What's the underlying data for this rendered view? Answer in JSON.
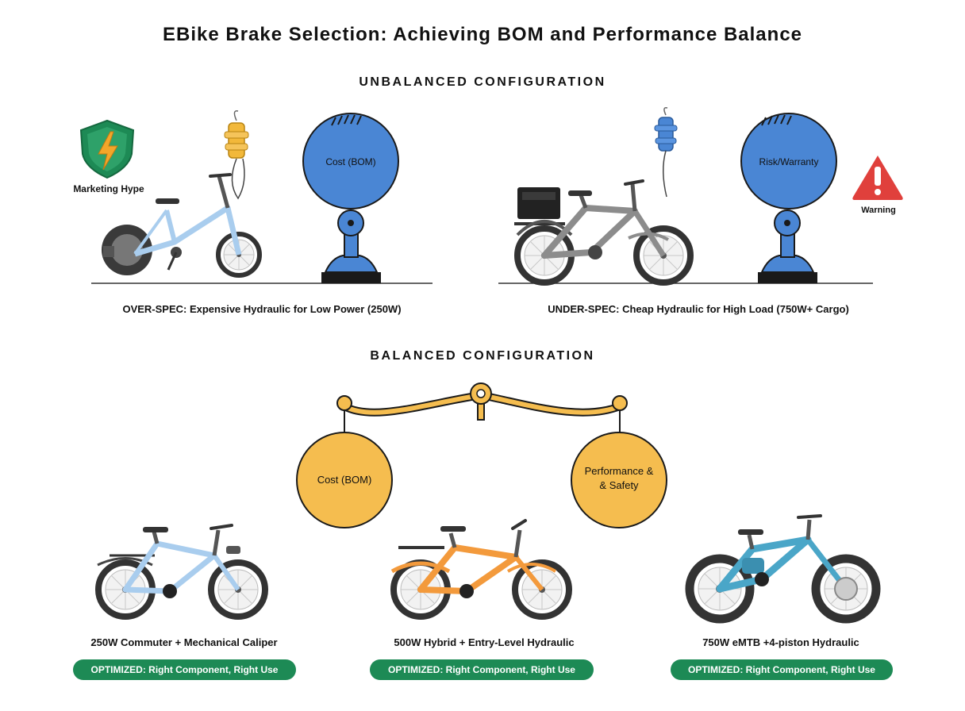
{
  "title": "EBike Brake Selection: Achieving BOM and Performance Balance",
  "colors": {
    "blue": "#4a86d4",
    "yellow": "#f5bd4f",
    "green": "#1d8a55",
    "bike_light_blue": "#a9cdee",
    "bike_gray": "#8c8c8c",
    "bike_orange": "#f39a3c",
    "bike_teal": "#4aa6c8",
    "warning_red": "#e0403c"
  },
  "unbalanced": {
    "heading": "UNBALANCED CONFIGURATION",
    "left": {
      "badge_label": "Marketing Hype",
      "badge_icon": "lightning-shield-icon",
      "gauge_label": "Cost (BOM)",
      "caption": "OVER-SPEC: Expensive Hydraulic for Low Power (250W)"
    },
    "right": {
      "badge_label": "Warning",
      "badge_icon": "warning-triangle-icon",
      "gauge_label": "Risk/Warranty",
      "caption": "UNDER-SPEC: Cheap Hydraulic for High Load (750W+ Cargo)"
    }
  },
  "balanced": {
    "heading": "BALANCED CONFIGURATION",
    "left_weight": "Cost (BOM)",
    "right_weight_line1": "Performance &",
    "right_weight_line2": "& Safety",
    "bikes": [
      {
        "caption": "250W Commuter + Mechanical Caliper",
        "badge": "OPTIMIZED: Right Component, Right Use"
      },
      {
        "caption": "500W Hybrid + Entry-Level Hydraulic",
        "badge": "OPTIMIZED: Right Component, Right Use"
      },
      {
        "caption": "750W eMTB +4-piston Hydraulic",
        "badge": "OPTIMIZED: Right Component, Right Use"
      }
    ]
  }
}
